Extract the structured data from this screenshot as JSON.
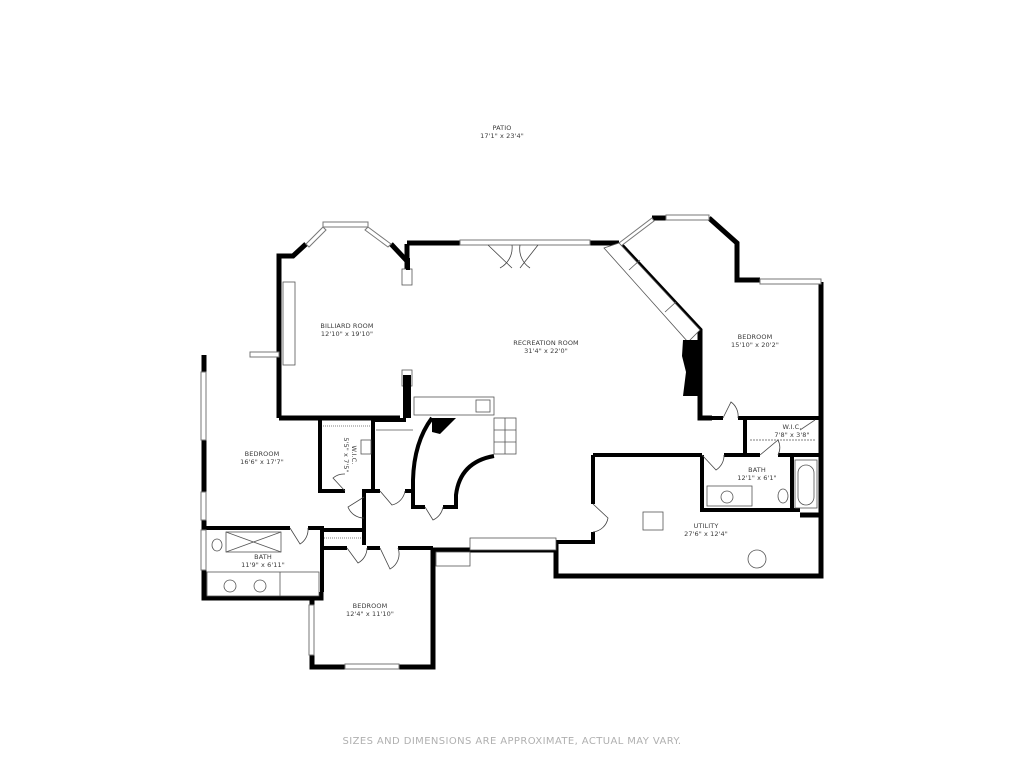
{
  "plan": {
    "wall_color": "#000000",
    "background": "#ffffff",
    "label_color": "#3a3a3a"
  },
  "rooms": [
    {
      "id": "patio",
      "name": "PATIO",
      "dims": "17'1\" x 23'4\""
    },
    {
      "id": "billiard",
      "name": "BILLIARD ROOM",
      "dims": "12'10\" x 19'10\""
    },
    {
      "id": "recreation",
      "name": "RECREATION ROOM",
      "dims": "31'4\" x 22'0\""
    },
    {
      "id": "bedroom_ne",
      "name": "BEDROOM",
      "dims": "15'10\" x 20'2\""
    },
    {
      "id": "wic_ne",
      "name": "W.I.C.",
      "dims": "7'8\" x 3'8\""
    },
    {
      "id": "bath_ne",
      "name": "BATH",
      "dims": "12'1\" x 6'1\""
    },
    {
      "id": "utility",
      "name": "UTILITY",
      "dims": "27'6\" x 12'4\""
    },
    {
      "id": "bedroom_w",
      "name": "BEDROOM",
      "dims": "16'6\" x 17'7\""
    },
    {
      "id": "wic_w",
      "name": "W.I.C.",
      "dims": "5'5\" x 7'5\""
    },
    {
      "id": "bath_w",
      "name": "BATH",
      "dims": "11'9\" x 6'11\""
    },
    {
      "id": "bedroom_s",
      "name": "BEDROOM",
      "dims": "12'4\" x 11'10\""
    }
  ],
  "footer": {
    "disclaimer": "SIZES AND DIMENSIONS ARE APPROXIMATE, ACTUAL MAY VARY."
  }
}
